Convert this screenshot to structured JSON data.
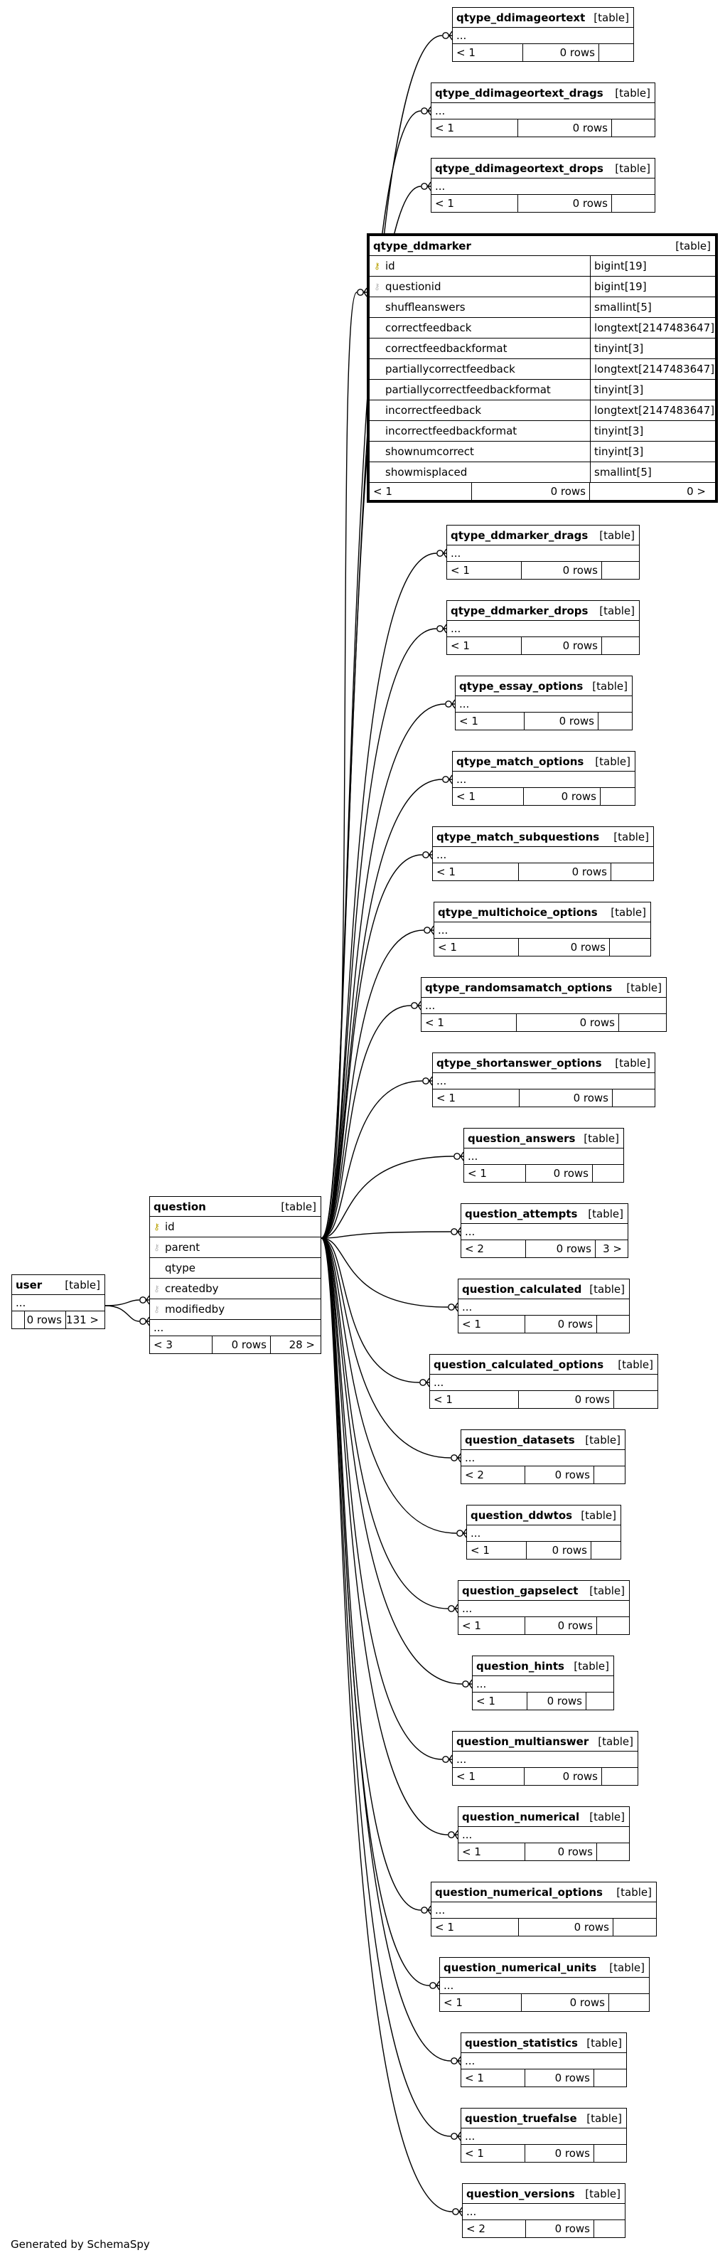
{
  "footer_text": "Generated by SchemaSpy",
  "table_tag": "[table]",
  "ellipsis": "...",
  "user": {
    "name": "user",
    "rows": "0 rows",
    "children": "131 >"
  },
  "question": {
    "name": "question",
    "columns": [
      {
        "name": "id",
        "key": "pk"
      },
      {
        "name": "parent",
        "key": "fk"
      },
      {
        "name": "qtype",
        "key": ""
      },
      {
        "name": "createdby",
        "key": "fk"
      },
      {
        "name": "modifiedby",
        "key": "fk"
      }
    ],
    "parents": "< 3",
    "rows": "0 rows",
    "children": "28 >"
  },
  "ddmarker": {
    "name": "qtype_ddmarker",
    "columns": [
      {
        "name": "id",
        "type": "bigint[19]",
        "key": "pk"
      },
      {
        "name": "questionid",
        "type": "bigint[19]",
        "key": "fk"
      },
      {
        "name": "shuffleanswers",
        "type": "smallint[5]",
        "key": ""
      },
      {
        "name": "correctfeedback",
        "type": "longtext[2147483647]",
        "key": ""
      },
      {
        "name": "correctfeedbackformat",
        "type": "tinyint[3]",
        "key": ""
      },
      {
        "name": "partiallycorrectfeedback",
        "type": "longtext[2147483647]",
        "key": ""
      },
      {
        "name": "partiallycorrectfeedbackformat",
        "type": "tinyint[3]",
        "key": ""
      },
      {
        "name": "incorrectfeedback",
        "type": "longtext[2147483647]",
        "key": ""
      },
      {
        "name": "incorrectfeedbackformat",
        "type": "tinyint[3]",
        "key": ""
      },
      {
        "name": "shownumcorrect",
        "type": "tinyint[3]",
        "key": ""
      },
      {
        "name": "showmisplaced",
        "type": "smallint[5]",
        "key": ""
      }
    ],
    "parents": "< 1",
    "rows": "0 rows",
    "children": "0 >"
  },
  "small_tables": [
    {
      "name": "qtype_ddimageortext",
      "parents": "< 1",
      "rows": "0 rows",
      "children": ""
    },
    {
      "name": "qtype_ddimageortext_drags",
      "parents": "< 1",
      "rows": "0 rows",
      "children": ""
    },
    {
      "name": "qtype_ddimageortext_drops",
      "parents": "< 1",
      "rows": "0 rows",
      "children": ""
    },
    {
      "name": "qtype_ddmarker_drags",
      "parents": "< 1",
      "rows": "0 rows",
      "children": ""
    },
    {
      "name": "qtype_ddmarker_drops",
      "parents": "< 1",
      "rows": "0 rows",
      "children": ""
    },
    {
      "name": "qtype_essay_options",
      "parents": "< 1",
      "rows": "0 rows",
      "children": ""
    },
    {
      "name": "qtype_match_options",
      "parents": "< 1",
      "rows": "0 rows",
      "children": ""
    },
    {
      "name": "qtype_match_subquestions",
      "parents": "< 1",
      "rows": "0 rows",
      "children": ""
    },
    {
      "name": "qtype_multichoice_options",
      "parents": "< 1",
      "rows": "0 rows",
      "children": ""
    },
    {
      "name": "qtype_randomsamatch_options",
      "parents": "< 1",
      "rows": "0 rows",
      "children": ""
    },
    {
      "name": "qtype_shortanswer_options",
      "parents": "< 1",
      "rows": "0 rows",
      "children": ""
    },
    {
      "name": "question_answers",
      "parents": "< 1",
      "rows": "0 rows",
      "children": ""
    },
    {
      "name": "question_attempts",
      "parents": "< 2",
      "rows": "0 rows",
      "children": "3 >"
    },
    {
      "name": "question_calculated",
      "parents": "< 1",
      "rows": "0 rows",
      "children": ""
    },
    {
      "name": "question_calculated_options",
      "parents": "< 1",
      "rows": "0 rows",
      "children": ""
    },
    {
      "name": "question_datasets",
      "parents": "< 2",
      "rows": "0 rows",
      "children": ""
    },
    {
      "name": "question_ddwtos",
      "parents": "< 1",
      "rows": "0 rows",
      "children": ""
    },
    {
      "name": "question_gapselect",
      "parents": "< 1",
      "rows": "0 rows",
      "children": ""
    },
    {
      "name": "question_hints",
      "parents": "< 1",
      "rows": "0 rows",
      "children": ""
    },
    {
      "name": "question_multianswer",
      "parents": "< 1",
      "rows": "0 rows",
      "children": ""
    },
    {
      "name": "question_numerical",
      "parents": "< 1",
      "rows": "0 rows",
      "children": ""
    },
    {
      "name": "question_numerical_options",
      "parents": "< 1",
      "rows": "0 rows",
      "children": ""
    },
    {
      "name": "question_numerical_units",
      "parents": "< 1",
      "rows": "0 rows",
      "children": ""
    },
    {
      "name": "question_statistics",
      "parents": "< 1",
      "rows": "0 rows",
      "children": ""
    },
    {
      "name": "question_truefalse",
      "parents": "< 1",
      "rows": "0 rows",
      "children": ""
    },
    {
      "name": "question_versions",
      "parents": "< 2",
      "rows": "0 rows",
      "children": ""
    }
  ]
}
